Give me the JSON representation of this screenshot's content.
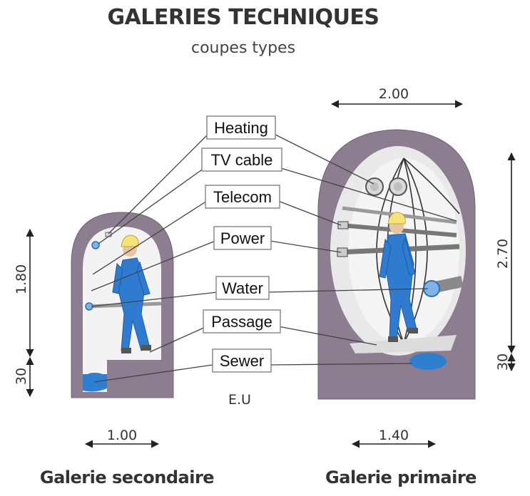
{
  "title": "GALERIES TECHNIQUES",
  "subtitle": "coupes types",
  "labels": {
    "heating": "Heating",
    "tv_cable": "TV cable",
    "telecom": "Telecom",
    "power": "Power",
    "water": "Water",
    "passage": "Passage",
    "sewer": "Sewer"
  },
  "eu_label": "E.U",
  "dimensions": {
    "secondary_height": "1.80",
    "secondary_base": "30",
    "secondary_width": "1.00",
    "primary_top_width": "2.00",
    "primary_height": "2.70",
    "primary_base": "30",
    "primary_width": "1.40"
  },
  "captions": {
    "secondary": "Galerie secondaire",
    "primary": "Galerie primaire"
  },
  "colors": {
    "concrete": "#8c7d90",
    "interior": "#f2f2f2",
    "water_blue": "#2f7fd1",
    "worker_blue": "#2e7bd0",
    "helmet": "#f7e27a"
  }
}
